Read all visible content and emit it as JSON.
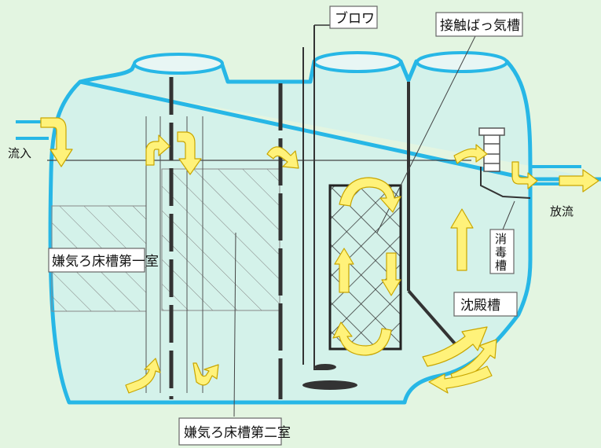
{
  "labels": {
    "inflow": "流入",
    "outflow": "放流",
    "blower": "ブロワ",
    "contact_aeration_tank": "接触ばっ気槽",
    "anaerobic_chamber_1": "嫌気ろ床槽第一室",
    "anaerobic_chamber_2": "嫌気ろ床槽第二室",
    "sedimentation_tank": "沈殿槽",
    "disinfection_tank": [
      "消",
      "毒",
      "槽"
    ]
  },
  "colors": {
    "background": "#e3f5e1",
    "tank_wall": "#27b7e6",
    "tank_interior": "#d4f2ea",
    "arrow_fill": "#fff27a",
    "arrow_stroke": "#c9a600",
    "partition": "#333333"
  }
}
